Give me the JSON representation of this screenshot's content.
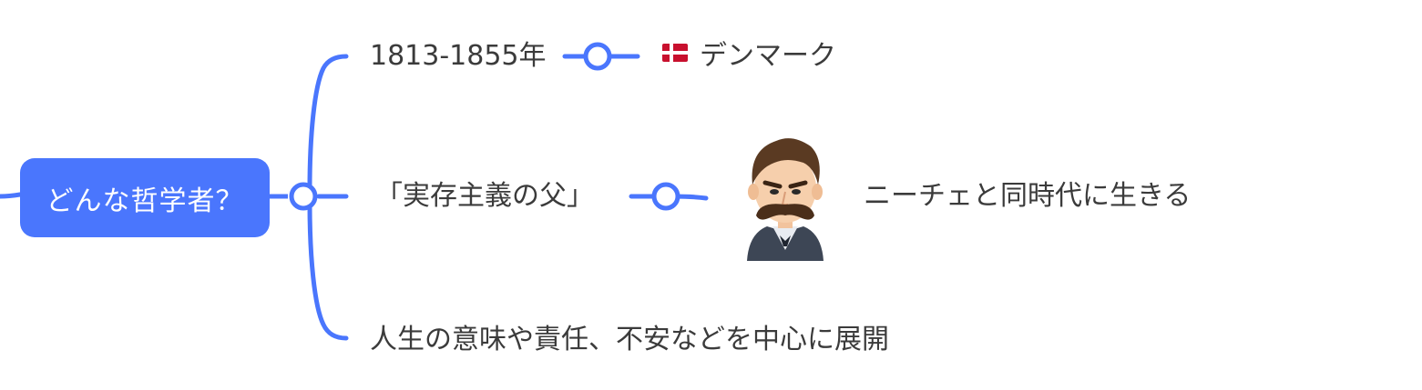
{
  "root": {
    "label": "どんな哲学者？"
  },
  "branches": [
    {
      "label": "1813-1855年",
      "child": {
        "label": "デンマーク",
        "icon": "denmark-flag-icon"
      }
    },
    {
      "label": "「実存主義の父」",
      "child": {
        "label": "ニーチェと同時代に生きる",
        "icon": "nietzsche-portrait-icon"
      }
    },
    {
      "label": "人生の意味や責任、不安などを中心に展開"
    }
  ],
  "colors": {
    "accent": "#4a76fd",
    "text": "#3b3b3b",
    "root_text": "#ffffff",
    "flag_red": "#c8102e"
  }
}
